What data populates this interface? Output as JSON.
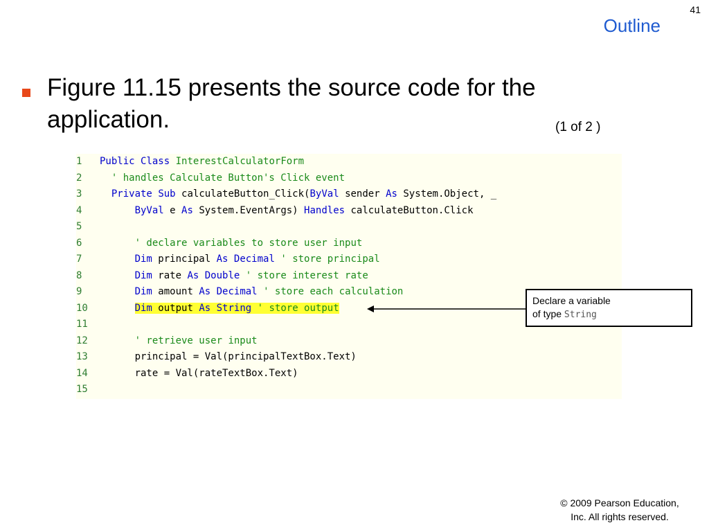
{
  "slide": {
    "number": "41",
    "outline_label": "Outline",
    "bullet_text": "Figure 11.15 presents the source code for the application.",
    "page_indicator": "(1 of 2 )",
    "copyright_line1": "© 2009 Pearson Education,",
    "copyright_line2": "Inc.  All rights reserved."
  },
  "callout": {
    "line1": "Declare a variable",
    "line2_prefix": "of type ",
    "line2_code": "String"
  },
  "colors": {
    "outline_blue": "#1f5bd0",
    "bullet_marker": "#e8481a",
    "keyword": "#0000cc",
    "comment": "#1a8a1a",
    "highlight": "#ffff33",
    "code_background": "#fffff0"
  },
  "code_lines": [
    {
      "num": "1",
      "tokens": [
        {
          "t": "kw",
          "v": "Public"
        },
        {
          "t": "tx",
          "v": " "
        },
        {
          "t": "kw",
          "v": "Class"
        },
        {
          "t": "tx",
          "v": " "
        },
        {
          "t": "cm",
          "v": "InterestCalculatorForm"
        }
      ]
    },
    {
      "num": "2",
      "tokens": [
        {
          "t": "tx",
          "v": "  "
        },
        {
          "t": "cm",
          "v": "' handles Calculate Button's Click event"
        }
      ]
    },
    {
      "num": "3",
      "tokens": [
        {
          "t": "tx",
          "v": "  "
        },
        {
          "t": "kw",
          "v": "Private"
        },
        {
          "t": "tx",
          "v": " "
        },
        {
          "t": "kw",
          "v": "Sub"
        },
        {
          "t": "tx",
          "v": " calculateButton_Click("
        },
        {
          "t": "kw",
          "v": "ByVal"
        },
        {
          "t": "tx",
          "v": " sender "
        },
        {
          "t": "kw",
          "v": "As"
        },
        {
          "t": "tx",
          "v": " System.Object, _"
        }
      ]
    },
    {
      "num": "4",
      "tokens": [
        {
          "t": "tx",
          "v": "      "
        },
        {
          "t": "kw",
          "v": "ByVal"
        },
        {
          "t": "tx",
          "v": " e "
        },
        {
          "t": "kw",
          "v": "As"
        },
        {
          "t": "tx",
          "v": " System.EventArgs) "
        },
        {
          "t": "kw",
          "v": "Handles"
        },
        {
          "t": "tx",
          "v": " calculateButton.Click"
        }
      ]
    },
    {
      "num": "5",
      "tokens": []
    },
    {
      "num": "6",
      "tokens": [
        {
          "t": "tx",
          "v": "      "
        },
        {
          "t": "cm",
          "v": "' declare variables to store user input"
        }
      ]
    },
    {
      "num": "7",
      "tokens": [
        {
          "t": "tx",
          "v": "      "
        },
        {
          "t": "kw",
          "v": "Dim"
        },
        {
          "t": "tx",
          "v": " principal "
        },
        {
          "t": "kw",
          "v": "As"
        },
        {
          "t": "tx",
          "v": " "
        },
        {
          "t": "kw",
          "v": "Decimal"
        },
        {
          "t": "tx",
          "v": " "
        },
        {
          "t": "cm",
          "v": "' store principal"
        }
      ]
    },
    {
      "num": "8",
      "tokens": [
        {
          "t": "tx",
          "v": "      "
        },
        {
          "t": "kw",
          "v": "Dim"
        },
        {
          "t": "tx",
          "v": " rate "
        },
        {
          "t": "kw",
          "v": "As"
        },
        {
          "t": "tx",
          "v": " "
        },
        {
          "t": "kw",
          "v": "Double"
        },
        {
          "t": "tx",
          "v": " "
        },
        {
          "t": "cm",
          "v": "' store interest rate"
        }
      ]
    },
    {
      "num": "9",
      "tokens": [
        {
          "t": "tx",
          "v": "      "
        },
        {
          "t": "kw",
          "v": "Dim"
        },
        {
          "t": "tx",
          "v": " amount "
        },
        {
          "t": "kw",
          "v": "As"
        },
        {
          "t": "tx",
          "v": " "
        },
        {
          "t": "kw",
          "v": "Decimal"
        },
        {
          "t": "tx",
          "v": " "
        },
        {
          "t": "cm",
          "v": "' store each calculation"
        }
      ]
    },
    {
      "num": "10",
      "highlight": true,
      "tokens": [
        {
          "t": "tx",
          "v": "      "
        },
        {
          "t": "kw",
          "v": "Dim"
        },
        {
          "t": "tx",
          "v": " output "
        },
        {
          "t": "kw",
          "v": "As"
        },
        {
          "t": "tx",
          "v": " "
        },
        {
          "t": "kw",
          "v": "String"
        },
        {
          "t": "tx",
          "v": " "
        },
        {
          "t": "cm",
          "v": "' store output"
        }
      ]
    },
    {
      "num": "11",
      "tokens": []
    },
    {
      "num": "12",
      "tokens": [
        {
          "t": "tx",
          "v": "      "
        },
        {
          "t": "cm",
          "v": "' retrieve user input"
        }
      ]
    },
    {
      "num": "13",
      "tokens": [
        {
          "t": "tx",
          "v": "      principal = Val(principalTextBox.Text)"
        }
      ]
    },
    {
      "num": "14",
      "tokens": [
        {
          "t": "tx",
          "v": "      rate = Val(rateTextBox.Text)"
        }
      ]
    },
    {
      "num": "15",
      "tokens": []
    }
  ]
}
